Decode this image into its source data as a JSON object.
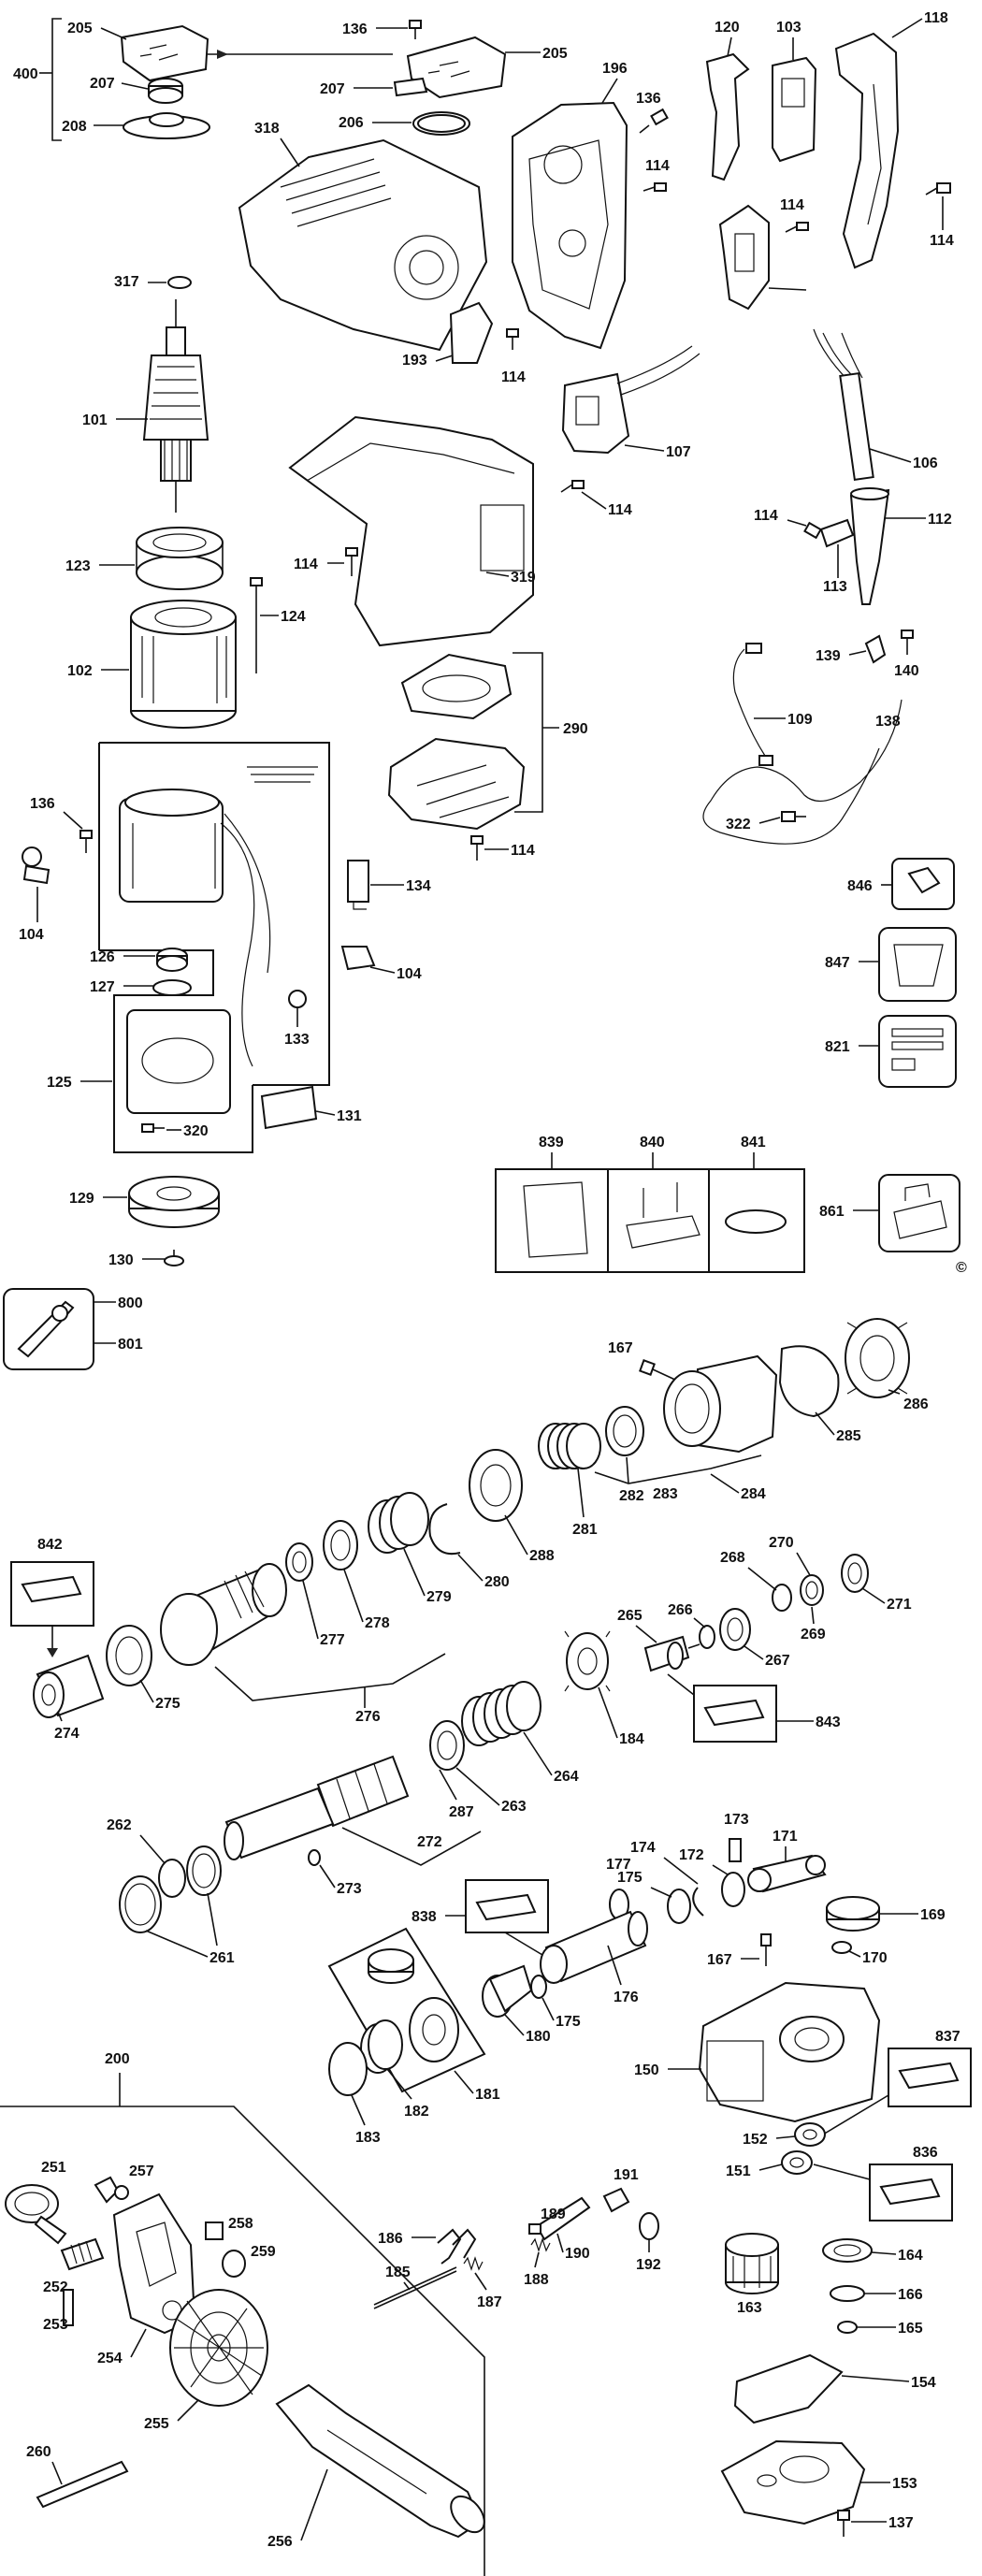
{
  "copyright_mark": "©",
  "callouts": {
    "c400": "400",
    "c205a": "205",
    "c205b": "205",
    "c207a": "207",
    "c207b": "207",
    "c208": "208",
    "c136a": "136",
    "c206": "206",
    "c196": "196",
    "c136b": "136",
    "c120": "120",
    "c103": "103",
    "c118": "118",
    "c318": "318",
    "c114a": "114",
    "c114b": "114",
    "c114c": "114",
    "c317": "317",
    "c193": "193",
    "c114d": "114",
    "c101": "101",
    "c107": "107",
    "c106": "106",
    "c114e": "114",
    "c114f": "114",
    "c112": "112",
    "c113": "113",
    "c123": "123",
    "c114g": "114",
    "c319": "319",
    "c124": "124",
    "c102": "102",
    "c139": "139",
    "c140": "140",
    "c109": "109",
    "c138": "138",
    "c290": "290",
    "c322": "322",
    "c136c": "136",
    "c114h": "114",
    "c104a": "104",
    "c134": "134",
    "c846": "846",
    "c126": "126",
    "c127": "127",
    "c104b": "104",
    "c847": "847",
    "c133": "133",
    "c821": "821",
    "c125": "125",
    "c131": "131",
    "c320": "320",
    "c839": "839",
    "c840": "840",
    "c841": "841",
    "c129": "129",
    "c861": "861",
    "c130": "130",
    "c800": "800",
    "c801": "801",
    "c167a": "167",
    "c286": "286",
    "c285": "285",
    "c283": "283",
    "c284": "284",
    "c281": "281",
    "c282": "282",
    "c842": "842",
    "c280": "280",
    "c288": "288",
    "c278": "278",
    "c279": "279",
    "c277": "277",
    "c270": "270",
    "c268": "268",
    "c269": "269",
    "c271": "271",
    "c266": "266",
    "c265": "265",
    "c267": "267",
    "c275": "275",
    "c276": "276",
    "c274": "274",
    "c184": "184",
    "c843": "843",
    "c264": "264",
    "c287": "287",
    "c263": "263",
    "c272": "272",
    "c262": "262",
    "c273": "273",
    "c261": "261",
    "c173": "173",
    "c171": "171",
    "c177": "177",
    "c174": "174",
    "c172": "172",
    "c175a": "175",
    "c169": "169",
    "c838": "838",
    "c167b": "167",
    "c170": "170",
    "c176": "176",
    "c175b": "175",
    "c180": "180",
    "c837": "837",
    "c181": "181",
    "c150": "150",
    "c182": "182",
    "c183": "183",
    "c152": "152",
    "c151": "151",
    "c836": "836",
    "c200": "200",
    "c251": "251",
    "c257": "257",
    "c191": "191",
    "c258": "258",
    "c259": "259",
    "c189": "189",
    "c186": "186",
    "c190": "190",
    "c192": "192",
    "c164": "164",
    "c252": "252",
    "c188": "188",
    "c185": "185",
    "c187": "187",
    "c166": "166",
    "c253": "253",
    "c254": "254",
    "c163": "163",
    "c165": "165",
    "c255": "255",
    "c154": "154",
    "c260": "260",
    "c256": "256",
    "c153": "153",
    "c137": "137"
  }
}
